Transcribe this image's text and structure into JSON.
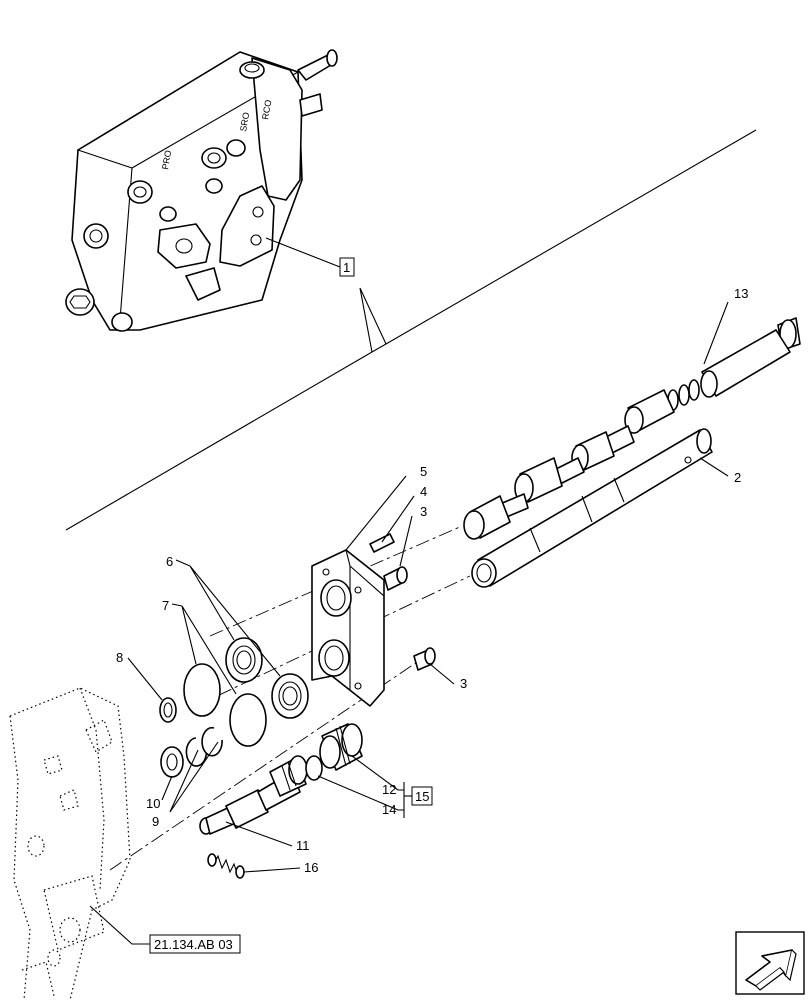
{
  "callouts": {
    "c1": "1",
    "c2": "2",
    "c3a": "3",
    "c3b": "3",
    "c4": "4",
    "c5": "5",
    "c6": "6",
    "c7": "7",
    "c8": "8",
    "c9": "9",
    "c10": "10",
    "c11": "11",
    "c12": "12",
    "c13": "13",
    "c14": "14",
    "c15": "15",
    "c16": "16"
  },
  "reference": "21.134.AB 03",
  "valve_markings": [
    "PRO",
    "SRO",
    "RCO"
  ],
  "nav_icon": "next-page-arrow-icon"
}
